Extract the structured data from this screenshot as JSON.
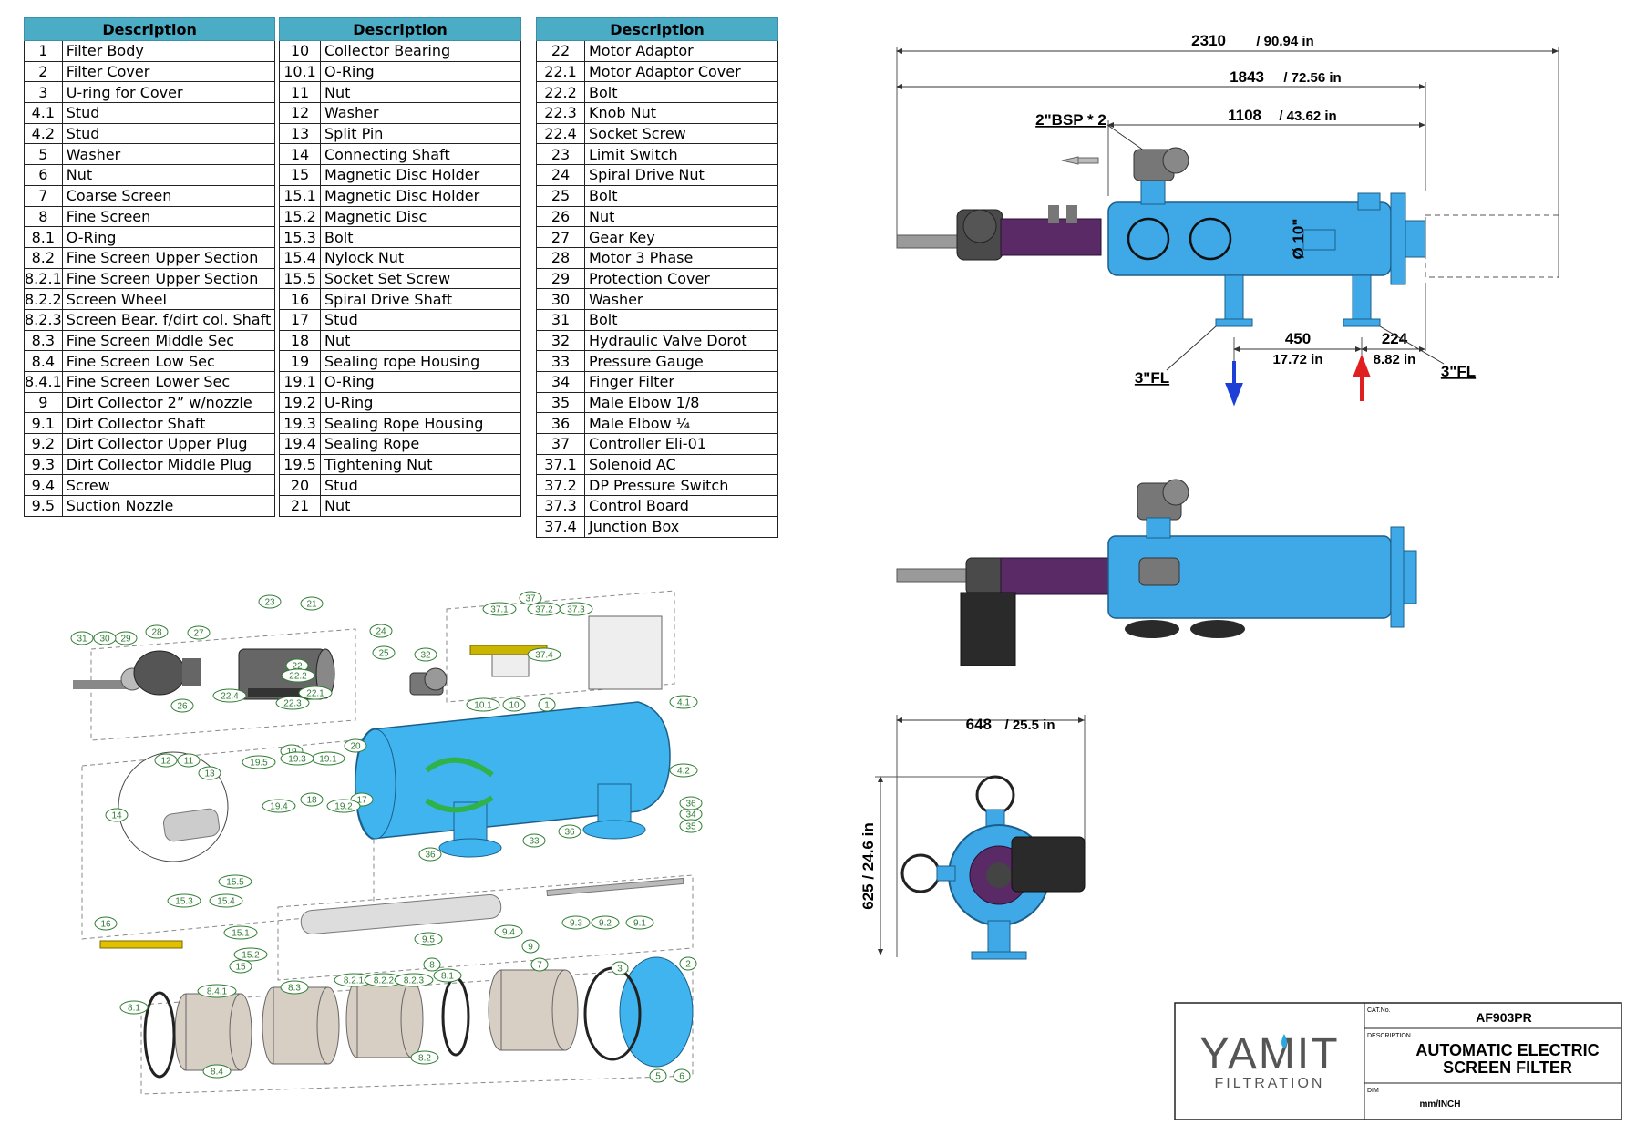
{
  "table_header": "Description",
  "table1": [
    [
      "1",
      "Filter Body"
    ],
    [
      "2",
      "Filter Cover"
    ],
    [
      "3",
      "U-ring for Cover"
    ],
    [
      "4.1",
      "Stud"
    ],
    [
      "4.2",
      "Stud"
    ],
    [
      "5",
      "Washer"
    ],
    [
      "6",
      "Nut"
    ],
    [
      "7",
      "Coarse Screen"
    ],
    [
      "8",
      "Fine Screen"
    ],
    [
      "8.1",
      "O-Ring"
    ],
    [
      "8.2",
      "Fine Screen Upper Section"
    ],
    [
      "8.2.1",
      "Fine Screen Upper Section"
    ],
    [
      "8.2.2",
      "Screen Wheel"
    ],
    [
      "8.2.3",
      "Screen Bear. f/dirt col. Shaft"
    ],
    [
      "8.3",
      "Fine Screen Middle Sec"
    ],
    [
      "8.4",
      "Fine Screen Low Sec"
    ],
    [
      "8.4.1",
      "Fine Screen Lower Sec"
    ],
    [
      "9",
      "Dirt Collector 2” w/nozzle"
    ],
    [
      "9.1",
      "Dirt Collector Shaft"
    ],
    [
      "9.2",
      "Dirt Collector Upper Plug"
    ],
    [
      "9.3",
      "Dirt Collector Middle Plug"
    ],
    [
      "9.4",
      "Screw"
    ],
    [
      "9.5",
      "Suction Nozzle"
    ]
  ],
  "table2": [
    [
      "10",
      "Collector Bearing"
    ],
    [
      "10.1",
      "O-Ring"
    ],
    [
      "11",
      "Nut"
    ],
    [
      "12",
      "Washer"
    ],
    [
      "13",
      "Split Pin"
    ],
    [
      "14",
      "Connecting Shaft"
    ],
    [
      "15",
      "Magnetic Disc Holder"
    ],
    [
      "15.1",
      "Magnetic Disc Holder"
    ],
    [
      "15.2",
      "Magnetic Disc"
    ],
    [
      "15.3",
      "Bolt"
    ],
    [
      "15.4",
      "Nylock Nut"
    ],
    [
      "15.5",
      "Socket Set Screw"
    ],
    [
      "16",
      "Spiral Drive Shaft"
    ],
    [
      "17",
      "Stud"
    ],
    [
      "18",
      "Nut"
    ],
    [
      "19",
      "Sealing rope Housing"
    ],
    [
      "19.1",
      "O-Ring"
    ],
    [
      "19.2",
      "U-Ring"
    ],
    [
      "19.3",
      "Sealing Rope Housing"
    ],
    [
      "19.4",
      "Sealing Rope"
    ],
    [
      "19.5",
      "Tightening Nut"
    ],
    [
      "20",
      "Stud"
    ],
    [
      "21",
      "Nut"
    ]
  ],
  "table3": [
    [
      "22",
      "Motor Adaptor"
    ],
    [
      "22.1",
      "Motor Adaptor Cover"
    ],
    [
      "22.2",
      "Bolt"
    ],
    [
      "22.3",
      "Knob Nut"
    ],
    [
      "22.4",
      "Socket Screw"
    ],
    [
      "23",
      "Limit Switch"
    ],
    [
      "24",
      "Spiral Drive Nut"
    ],
    [
      "25",
      "Bolt"
    ],
    [
      "26",
      "Nut"
    ],
    [
      "27",
      "Gear Key"
    ],
    [
      "28",
      "Motor 3 Phase"
    ],
    [
      "29",
      "Protection Cover"
    ],
    [
      "30",
      "Washer"
    ],
    [
      "31",
      "Bolt"
    ],
    [
      "32",
      "Hydraulic Valve Dorot"
    ],
    [
      "33",
      "Pressure Gauge"
    ],
    [
      "34",
      "Finger Filter"
    ],
    [
      "35",
      "Male Elbow 1/8"
    ],
    [
      "36",
      "Male Elbow ¼"
    ],
    [
      "37",
      "Controller Eli-01"
    ],
    [
      "37.1",
      "Solenoid AC"
    ],
    [
      "37.2",
      "DP Pressure Switch"
    ],
    [
      "37.3",
      "Control Board"
    ],
    [
      "37.4",
      "Junction Box"
    ]
  ],
  "dims": {
    "overall": "2310",
    "overall_in": "/ 90.94 in",
    "mid": "1843",
    "mid_in": "/ 72.56 in",
    "short": "1108",
    "short_in": "/ 43.62 in",
    "bsp": "2\"BSP * 2",
    "dia": "Ø 10\"",
    "legs": "450",
    "legs_in": "17.72 in",
    "offset": "224",
    "offset_in": "8.82 in",
    "fl_left": "3\"FL",
    "fl_right": "3\"FL",
    "width": "648",
    "width_in": "/ 25.5 in",
    "height": "625 / 24.6 in"
  },
  "exploded_labels": [
    "1",
    "2",
    "3",
    "4.1",
    "4.2",
    "5",
    "6",
    "7",
    "8",
    "8.1",
    "8.2",
    "8.2.1",
    "8.2.2",
    "8.2.3",
    "8.3",
    "8.4",
    "8.4.1",
    "8.1",
    "9",
    "9.1",
    "9.2",
    "9.3",
    "9.4",
    "9.5",
    "10",
    "10.1",
    "11",
    "12",
    "13",
    "14",
    "15",
    "15.1",
    "15.2",
    "15.3",
    "15.4",
    "15.5",
    "16",
    "17",
    "18",
    "19",
    "19.1",
    "19.2",
    "19.3",
    "19.4",
    "19.5",
    "20",
    "21",
    "22",
    "22.1",
    "22.2",
    "22.3",
    "22.4",
    "23",
    "24",
    "25",
    "26",
    "27",
    "28",
    "29",
    "30",
    "31",
    "32",
    "33",
    "34",
    "35",
    "36",
    "36",
    "36",
    "37",
    "37.1",
    "37.2",
    "37.3",
    "37.4"
  ],
  "titleblock": {
    "cat_label": "CAT.No.",
    "cat_value": "AF903PR",
    "desc_label": "DESCRIPTION",
    "desc_line1": "AUTOMATIC ELECTRIC",
    "desc_line2": "SCREEN  FILTER",
    "dim_label": "DIM",
    "dim_value": "mm/INCH",
    "brand": "YAMIT",
    "brand_sub": "FILTRATION"
  },
  "colors": {
    "table_header": "#4bacc6",
    "body_blue": "#3fa9e8",
    "motor_purple": "#5a2a66",
    "label_green": "#2e7d32",
    "arrow_out": "#1e3fd6",
    "arrow_in": "#e02020"
  }
}
